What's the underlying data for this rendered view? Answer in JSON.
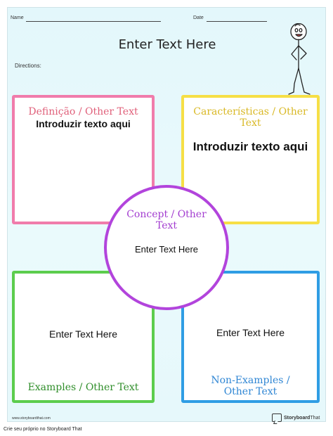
{
  "header": {
    "name_label": "Name",
    "date_label": "Date",
    "title": "Enter Text Here",
    "directions_label": "Directions:"
  },
  "boxes": {
    "definition": {
      "heading": "Definição / Other Text",
      "body": "Introduzir texto aqui",
      "color": "#f07cab",
      "heading_color": "#e0607a"
    },
    "characteristics": {
      "heading": "Características / Other Text",
      "body": "Introduzir texto aqui",
      "color": "#f6df46",
      "heading_color": "#d9b824"
    },
    "examples": {
      "heading": "Examples / Other Text",
      "body": "Enter Text Here",
      "color": "#5ccd4d",
      "heading_color": "#2f8e2a"
    },
    "non_examples": {
      "heading": "Non-Examples / Other Text",
      "body": "Enter Text Here",
      "color": "#2f9de4",
      "heading_color": "#2f86d4"
    }
  },
  "concept": {
    "heading": "Concept / Other Text",
    "body": "Enter Text Here",
    "color": "#b244dc"
  },
  "footer": {
    "url": "www.storyboardthat.com",
    "brand_name": "Storyboard",
    "brand_suffix": "That",
    "caption": "Crie seu próprio no Storyboard That"
  },
  "icons": {
    "brand_logo": "storyboard-logo-icon",
    "figure": "stick-figure"
  }
}
